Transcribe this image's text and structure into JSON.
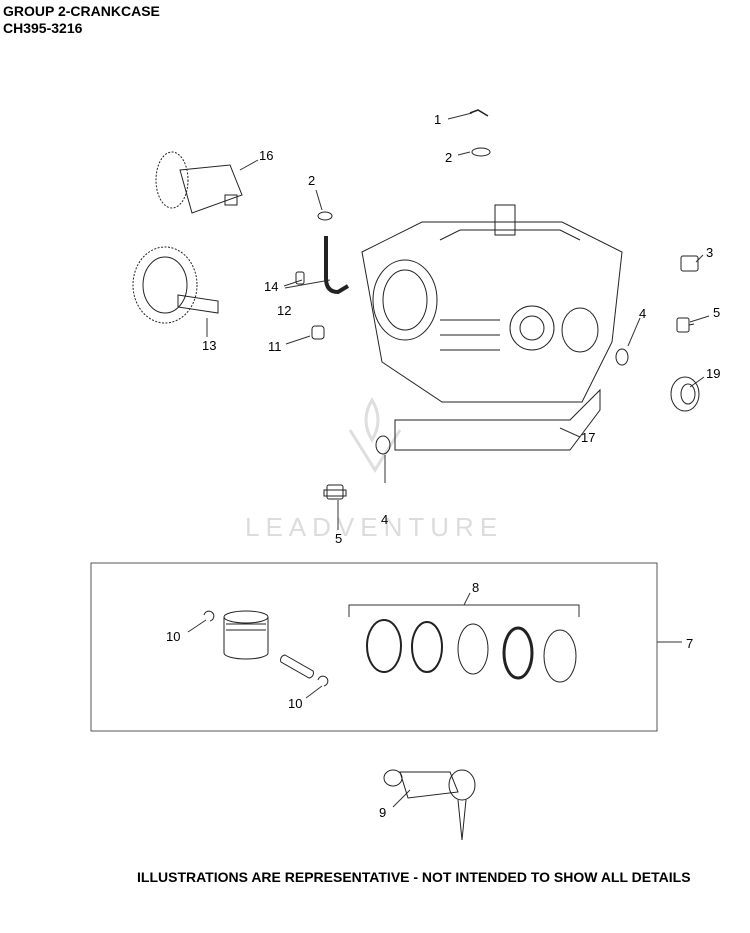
{
  "header": {
    "group_title": "GROUP 2-CRANKCASE",
    "model": "CH395-3216"
  },
  "watermark": "LEADVENTURE",
  "callouts": {
    "c1": "1",
    "c2a": "2",
    "c2b": "2",
    "c3": "3",
    "c4a": "4",
    "c4b": "4",
    "c5a": "5",
    "c5b": "5",
    "c7": "7",
    "c8": "8",
    "c9": "9",
    "c10a": "10",
    "c10b": "10",
    "c11": "11",
    "c12": "12",
    "c13": "13",
    "c14": "14",
    "c16": "16",
    "c17": "17",
    "c19": "19"
  },
  "footer": "ILLUSTRATIONS ARE REPRESENTATIVE - NOT INTENDED TO SHOW ALL DETAILS"
}
